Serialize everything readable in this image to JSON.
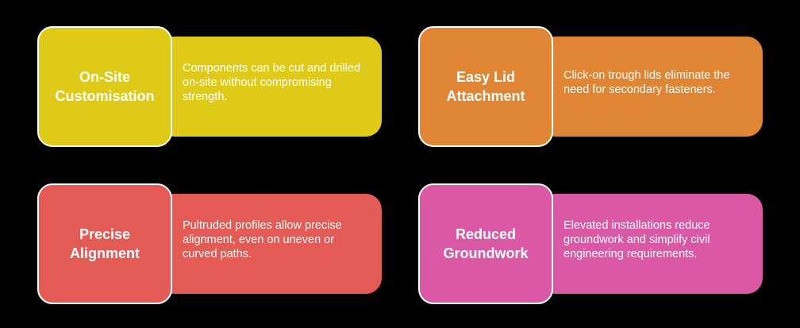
{
  "background": "#000000",
  "cards": [
    {
      "title": "On-Site Customisation",
      "description": "Components can be cut and drilled on-site without compromising strength.",
      "color": "#DFCB17"
    },
    {
      "title": "Easy Lid Attachment",
      "description": "Click-on trough lids eliminate the need for secondary fasteners.",
      "color": "#DF8533"
    },
    {
      "title": "Precise Alignment",
      "description": "Pultruded profiles allow precise alignment, even on uneven or curved paths.",
      "color": "#E45A55"
    },
    {
      "title": "Reduced Groundwork",
      "description": "Elevated installations reduce groundwork and simplify civil engineering requirements.",
      "color": "#DB58A5"
    }
  ]
}
